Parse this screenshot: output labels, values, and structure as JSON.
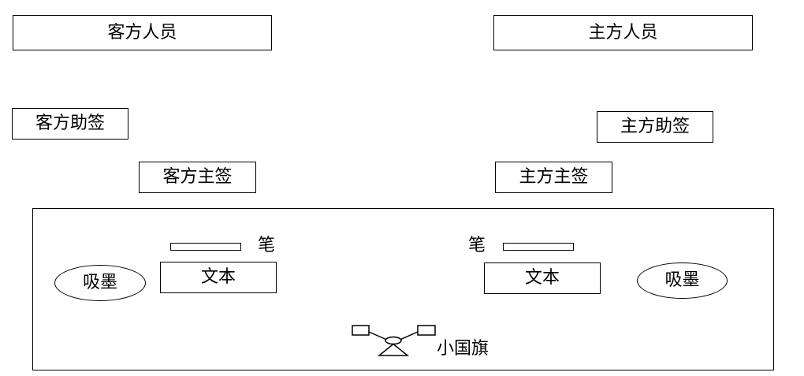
{
  "guest_staff": "客方人员",
  "host_staff": "主方人员",
  "guest_assistant": "客方助签",
  "host_assistant": "主方助签",
  "guest_signer": "客方主签",
  "host_signer": "主方主签",
  "table": {
    "left": {
      "pen": "笔",
      "document": "文本",
      "blotter": "吸墨"
    },
    "right": {
      "pen": "笔",
      "document": "文本",
      "blotter": "吸墨"
    },
    "flag": "小国旗"
  }
}
